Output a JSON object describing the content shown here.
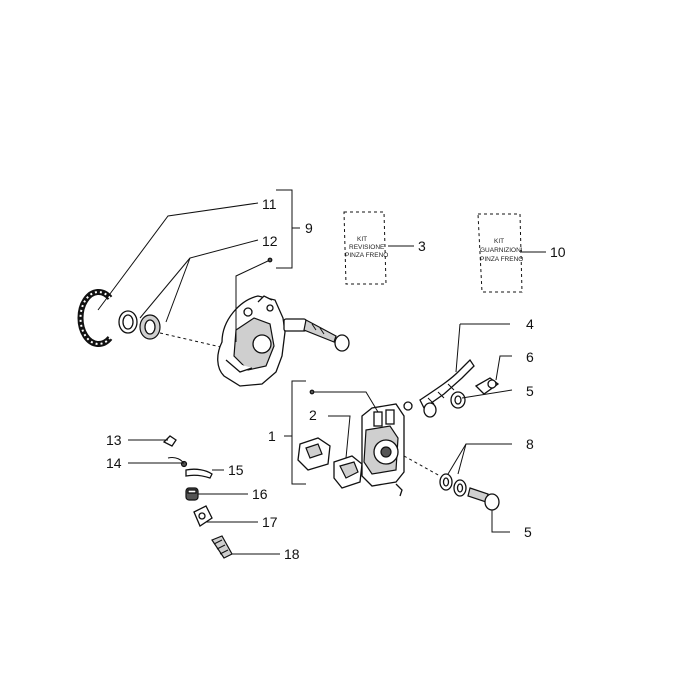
{
  "callouts": {
    "c1": "1",
    "c2": "2",
    "c3": "3",
    "c4": "4",
    "c5a": "5",
    "c5b": "5",
    "c6": "6",
    "c8": "8",
    "c9": "9",
    "c10": "10",
    "c11": "11",
    "c12": "12",
    "c13": "13",
    "c14": "14",
    "c15": "15",
    "c16": "16",
    "c17": "17",
    "c18": "18"
  },
  "kit_revisione": {
    "line1": "KIT",
    "line2": "REVISIONE",
    "line3": "PINZA FRENO"
  },
  "kit_guarnizioni": {
    "line1": "KIT",
    "line2": "GUARNIZIONI",
    "line3": "PINZA FRENO"
  }
}
